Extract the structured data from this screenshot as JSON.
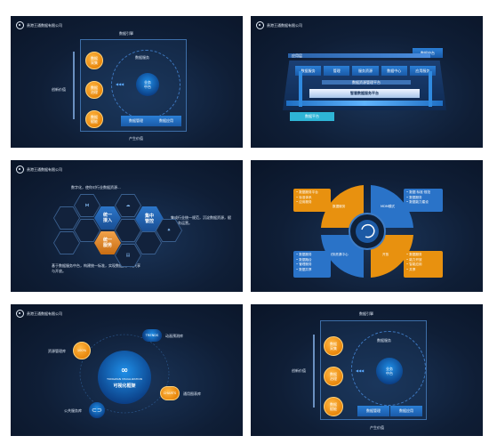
{
  "logo": {
    "company": "贵港王通数据有限公司"
  },
  "slide1": {
    "top_label": "数据引擎",
    "bottom_label": "产生价值",
    "left_label": "创新价值",
    "nodes": [
      "数据\n采集",
      "数据\n治理",
      "数据\n赋能"
    ],
    "ring_label": "数据服务",
    "core_label": "业务\n中台",
    "bottom_buttons": [
      "数据管理",
      "数据应用"
    ]
  },
  "slide2": {
    "right_tag": "数据中台",
    "left_tag": "数据平台",
    "center_label": "智慧数据服务平台",
    "row_labels": [
      "数据服务",
      "管理",
      "服务资源",
      "数据中心",
      "应用服务"
    ],
    "top_bar": "应用层",
    "layer_label": "数据资源管理平台"
  },
  "slide3": {
    "top_text": "数字化，使你对行业数据资源...",
    "side_text": "集成行业统一规范，沉淀数据资源，赋能业务运营。",
    "bottom_text": "基于数据服务中台，构建统一标准，实现数据资产的共享与开放。",
    "hex_labels": [
      "统一\n接入",
      "集中\n管控",
      "统一\n服务"
    ]
  },
  "slide4": {
    "quadrants": [
      "数据服务",
      "MDM模式",
      "服务资源中心",
      "开放"
    ],
    "boxes": {
      "top_left": [
        "• 数据服务平台",
        "• 标准体系",
        "• 应用服务"
      ],
      "top_right": [
        "• 数据·标准·规范",
        "• 数据服务",
        "• 数据能力建设"
      ],
      "bottom_left": [
        "• 数据服务",
        "• 数据融合",
        "• 管理服务",
        "• 数据共享"
      ],
      "bottom_right": [
        "• 数据服务",
        "• 能力开放",
        "• 智能应用",
        "• 共享"
      ]
    }
  },
  "slide5": {
    "core_title": "可视化框架",
    "core_sub": "TONGWAN VISUALIZATION",
    "nodes": [
      {
        "label": "资源管理库",
        "icon": "100%"
      },
      {
        "label": "动画预测库",
        "icon": "TRENDS"
      },
      {
        "label": "通用图表库",
        "icon": "CHARTS"
      },
      {
        "label": "公共服务库",
        "icon": ""
      }
    ]
  },
  "slide6": {
    "top_label": "数据引擎",
    "bottom_label": "产生价值",
    "left_label": "创新价值",
    "nodes": [
      "数据\n采集",
      "数据\n治理",
      "数据\n赋能"
    ],
    "ring_label": "数据服务",
    "core_label": "业务\n中台",
    "bottom_buttons": [
      "数据管理",
      "数据应用"
    ]
  }
}
